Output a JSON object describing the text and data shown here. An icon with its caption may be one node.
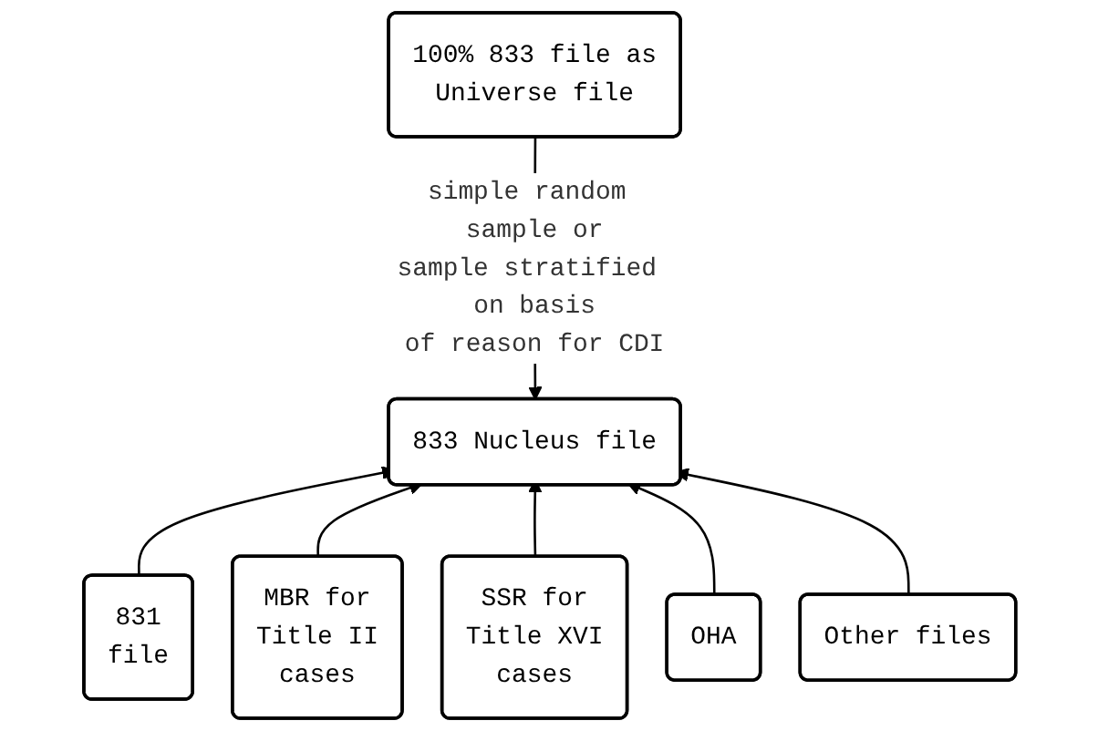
{
  "diagram": {
    "nodes": [
      {
        "text": [
          "100% 833 file as Universe file"
        ]
      },
      {
        "text": [
          "833 Nucleus file"
        ]
      },
      {
        "text": [
          "831 file"
        ]
      },
      {
        "text": [
          "MBR for Title II cases"
        ]
      },
      {
        "text": [
          "SSR for Title XVI cases"
        ]
      },
      {
        "text": [
          "OHA"
        ]
      },
      {
        "text": [
          "Other files"
        ]
      }
    ],
    "edges": [
      {
        "from": 0,
        "to": 1,
        "arrow": "to",
        "label": "simple random sample or sample stratified on basis of reason for CDI"
      },
      {
        "from": 2,
        "to": 1,
        "arrow": "to"
      },
      {
        "from": 3,
        "to": 1,
        "arrow": "to"
      },
      {
        "from": 4,
        "to": 1,
        "arrow": "to"
      },
      {
        "from": 5,
        "to": 1,
        "arrow": "to"
      },
      {
        "from": 6,
        "to": 1,
        "arrow": "to"
      }
    ]
  }
}
